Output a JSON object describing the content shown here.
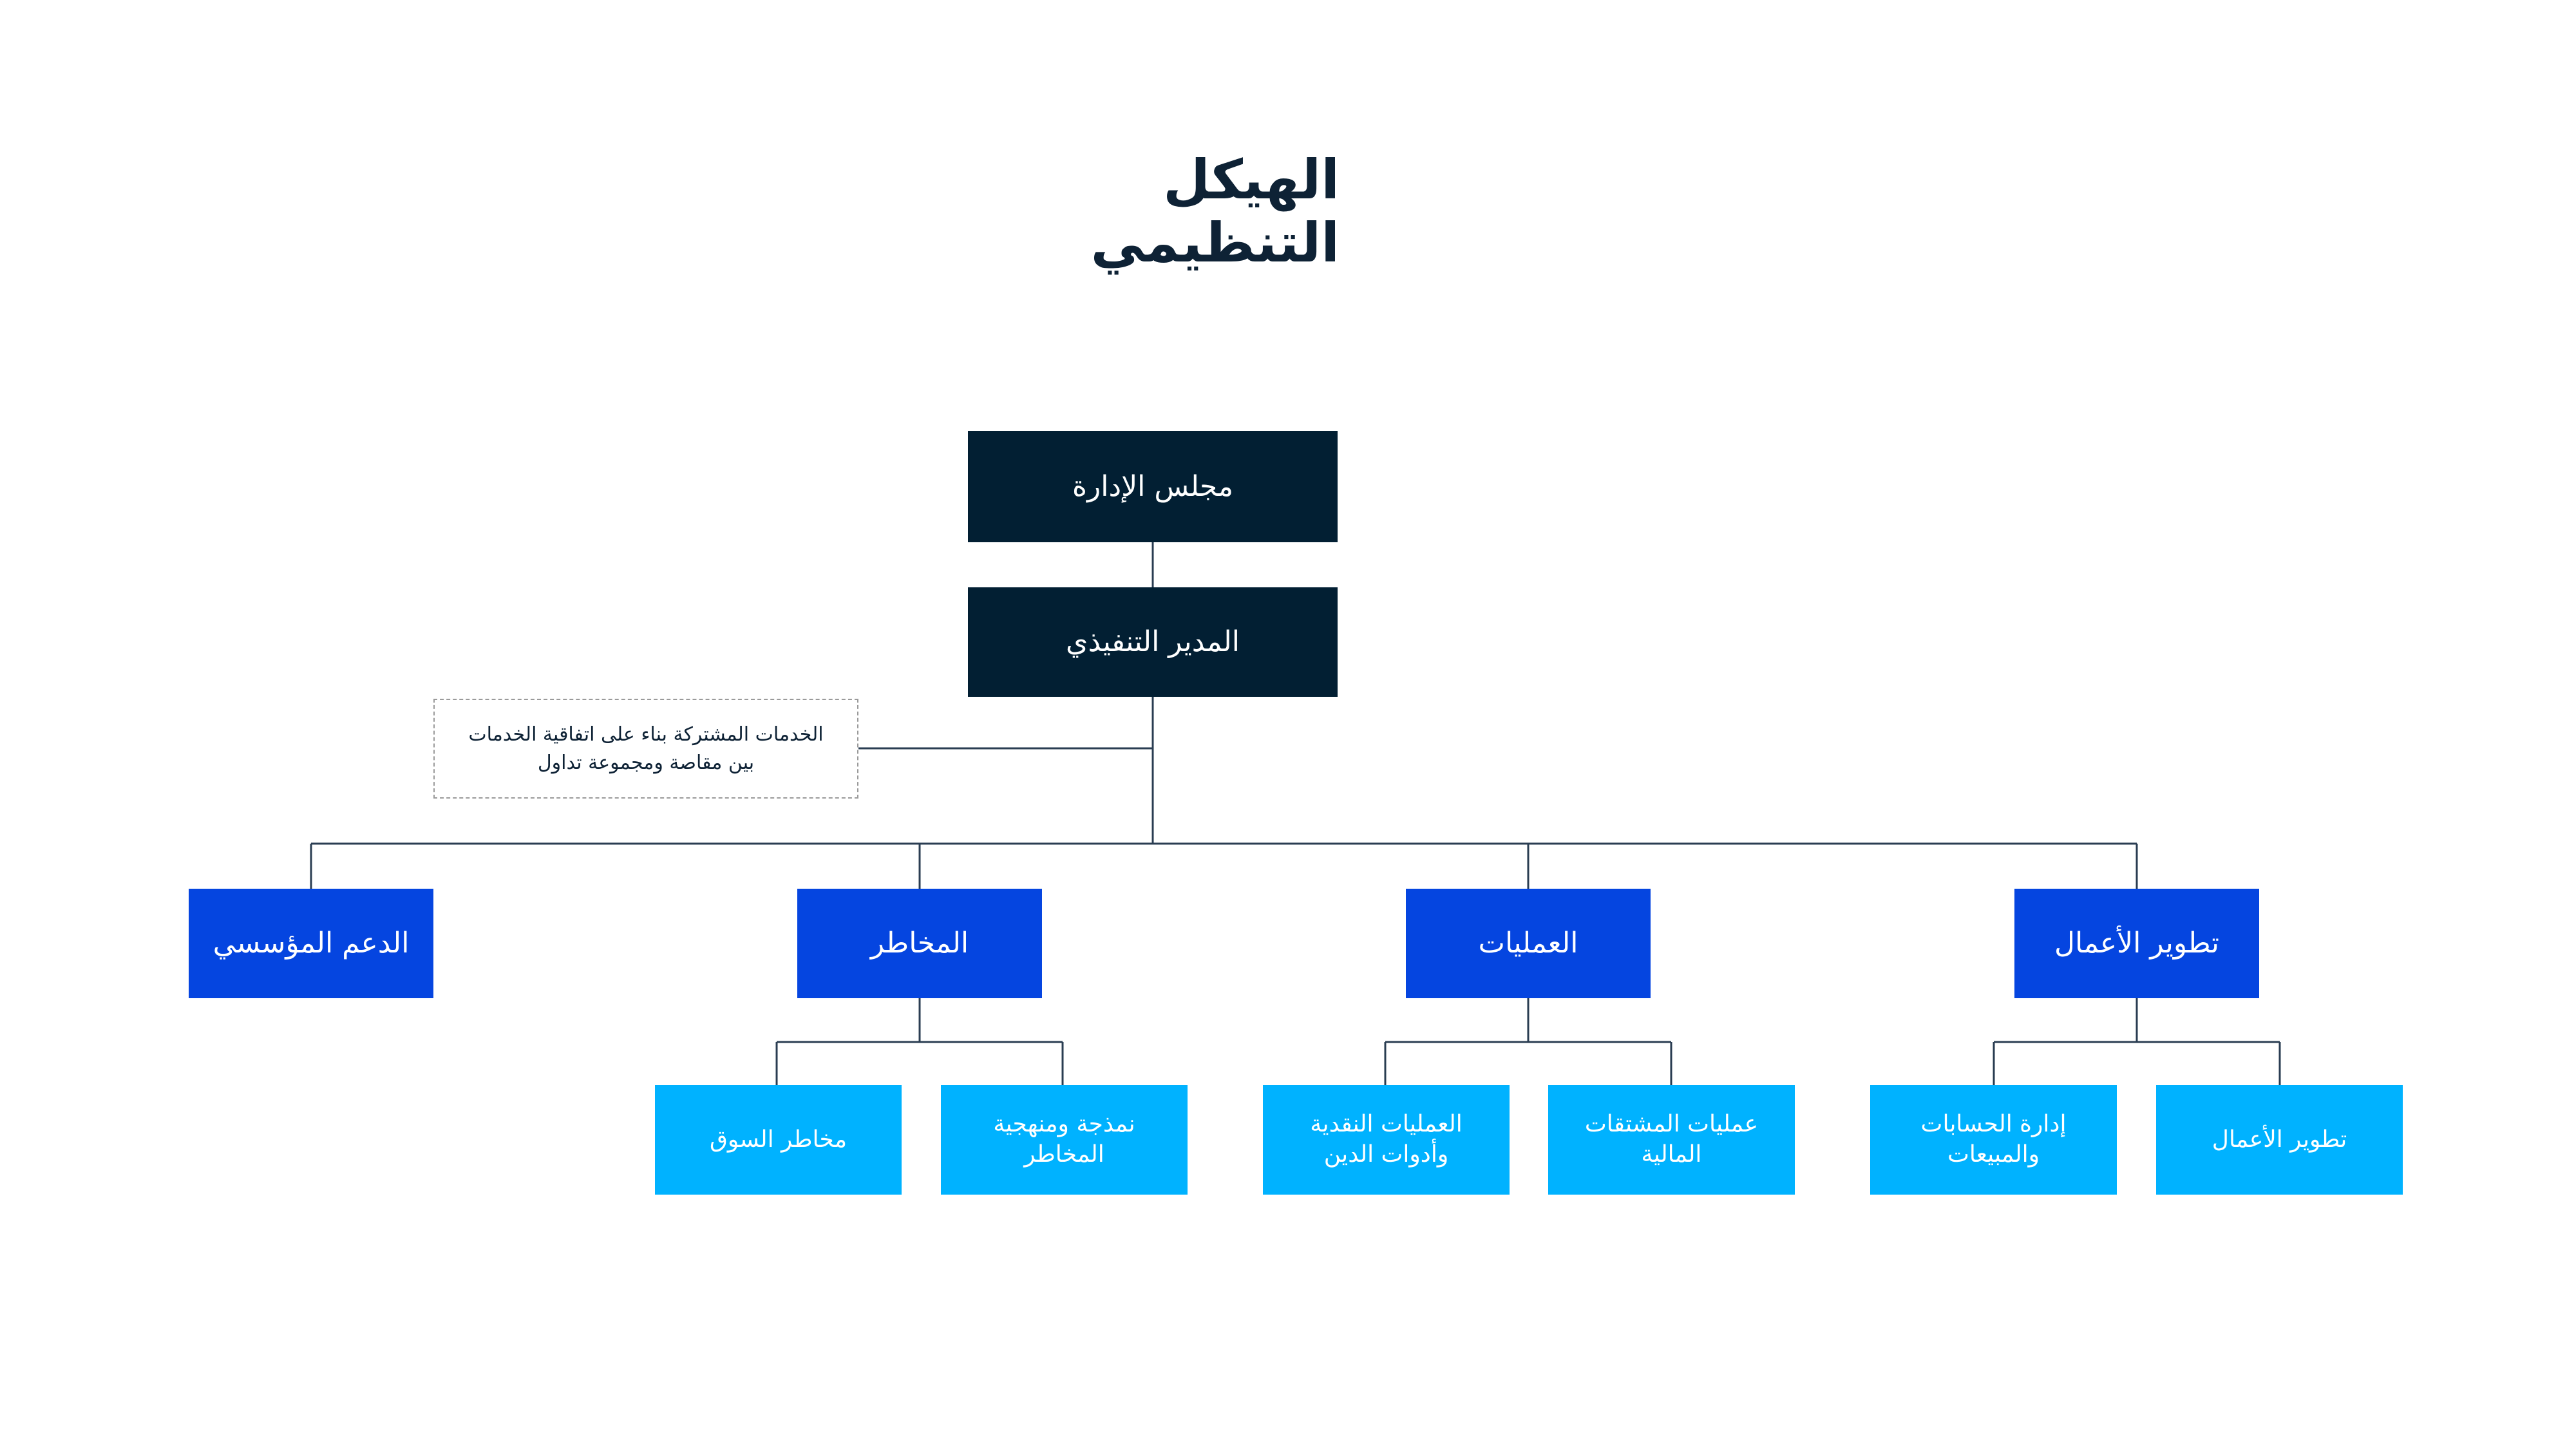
{
  "title": "الهيكل التنظيمي",
  "board": "مجلس الإدارة",
  "ceo": "المدير التنفيذي",
  "shared_services_note": "الخدمات المشتركة بناء على اتفاقية الخدمات بين مقاصة ومجموعة تداول",
  "departments": [
    {
      "name": "تطوير الأعمال",
      "units": [
        "تطوير الأعمال",
        "إدارة الحسابات والمبيعات"
      ]
    },
    {
      "name": "العمليات",
      "units": [
        "عمليات المشتقات المالية",
        "العمليات النقدية وأدوات الدين"
      ]
    },
    {
      "name": "المخاطر",
      "units": [
        "نمذجة ومنهجية المخاطر",
        "مخاطر السوق"
      ]
    },
    {
      "name": "الدعم المؤسسي",
      "units": []
    }
  ],
  "colors": {
    "top_level": "#021f33",
    "department": "#0545e0",
    "unit": "#00b2ff",
    "connector": "#0e2235",
    "title": "#0e2235"
  }
}
